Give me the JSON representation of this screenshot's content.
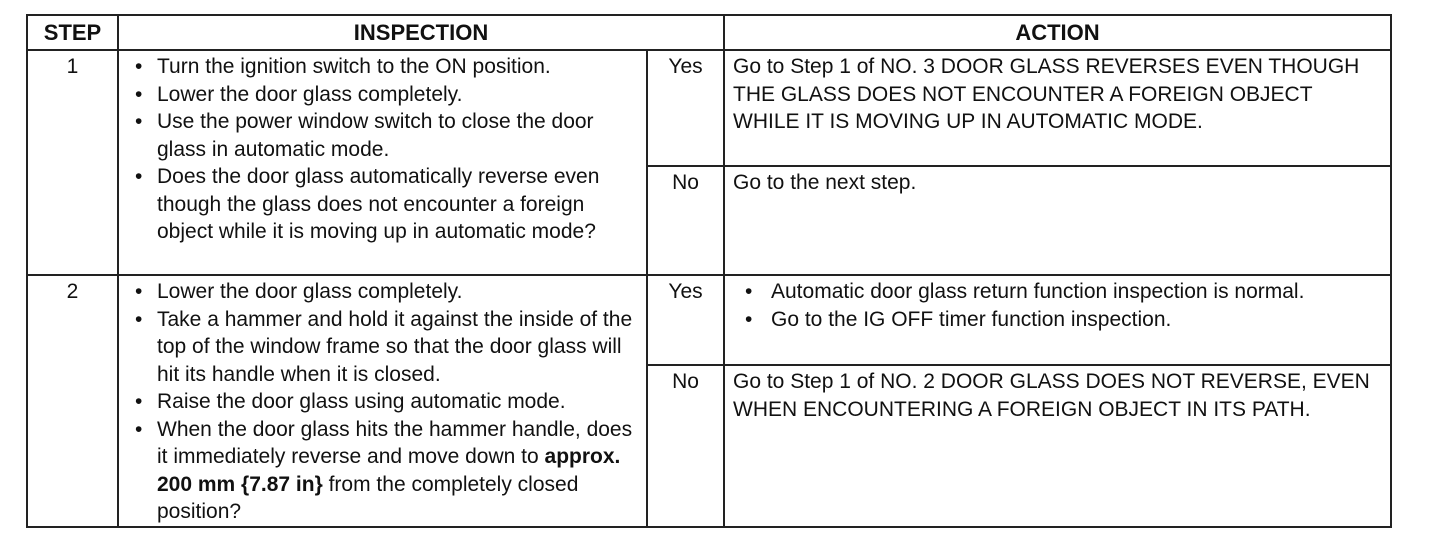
{
  "headers": {
    "step": "STEP",
    "inspection": "INSPECTION",
    "action": "ACTION"
  },
  "rows": [
    {
      "step": "1",
      "inspection": [
        "Turn the ignition switch to the ON position.",
        "Lower the door glass completely.",
        "Use the power window switch to close the door glass in automatic mode.",
        "Does the door glass automatically reverse even though the glass does not encounter a foreign object while it is moving up in automatic mode?"
      ],
      "yes_label": "Yes",
      "yes_action": "Go to Step 1 of NO. 3 DOOR GLASS REVERSES EVEN THOUGH THE GLASS DOES NOT ENCOUNTER A FOREIGN OBJECT WHILE IT IS MOVING UP IN AUTOMATIC MODE.",
      "no_label": "No",
      "no_action": "Go to the next step."
    },
    {
      "step": "2",
      "inspection": [
        "Lower the door glass completely.",
        "Take a hammer and hold it against the inside of the top of the window frame so that the door glass will hit its handle when it is closed.",
        "Raise the door glass using automatic mode.",
        {
          "before": "When the door glass hits the hammer handle, does it immediately reverse and move down to ",
          "bold": "approx. 200 mm {7.87 in}",
          "after": " from the completely closed position?"
        }
      ],
      "yes_label": "Yes",
      "yes_action": [
        "Automatic door glass return function inspection is normal.",
        "Go to the IG OFF timer function inspection."
      ],
      "no_label": "No",
      "no_action": "Go to Step 1 of NO. 2 DOOR GLASS DOES NOT REVERSE, EVEN WHEN ENCOUNTERING A FOREIGN OBJECT IN ITS PATH."
    }
  ]
}
